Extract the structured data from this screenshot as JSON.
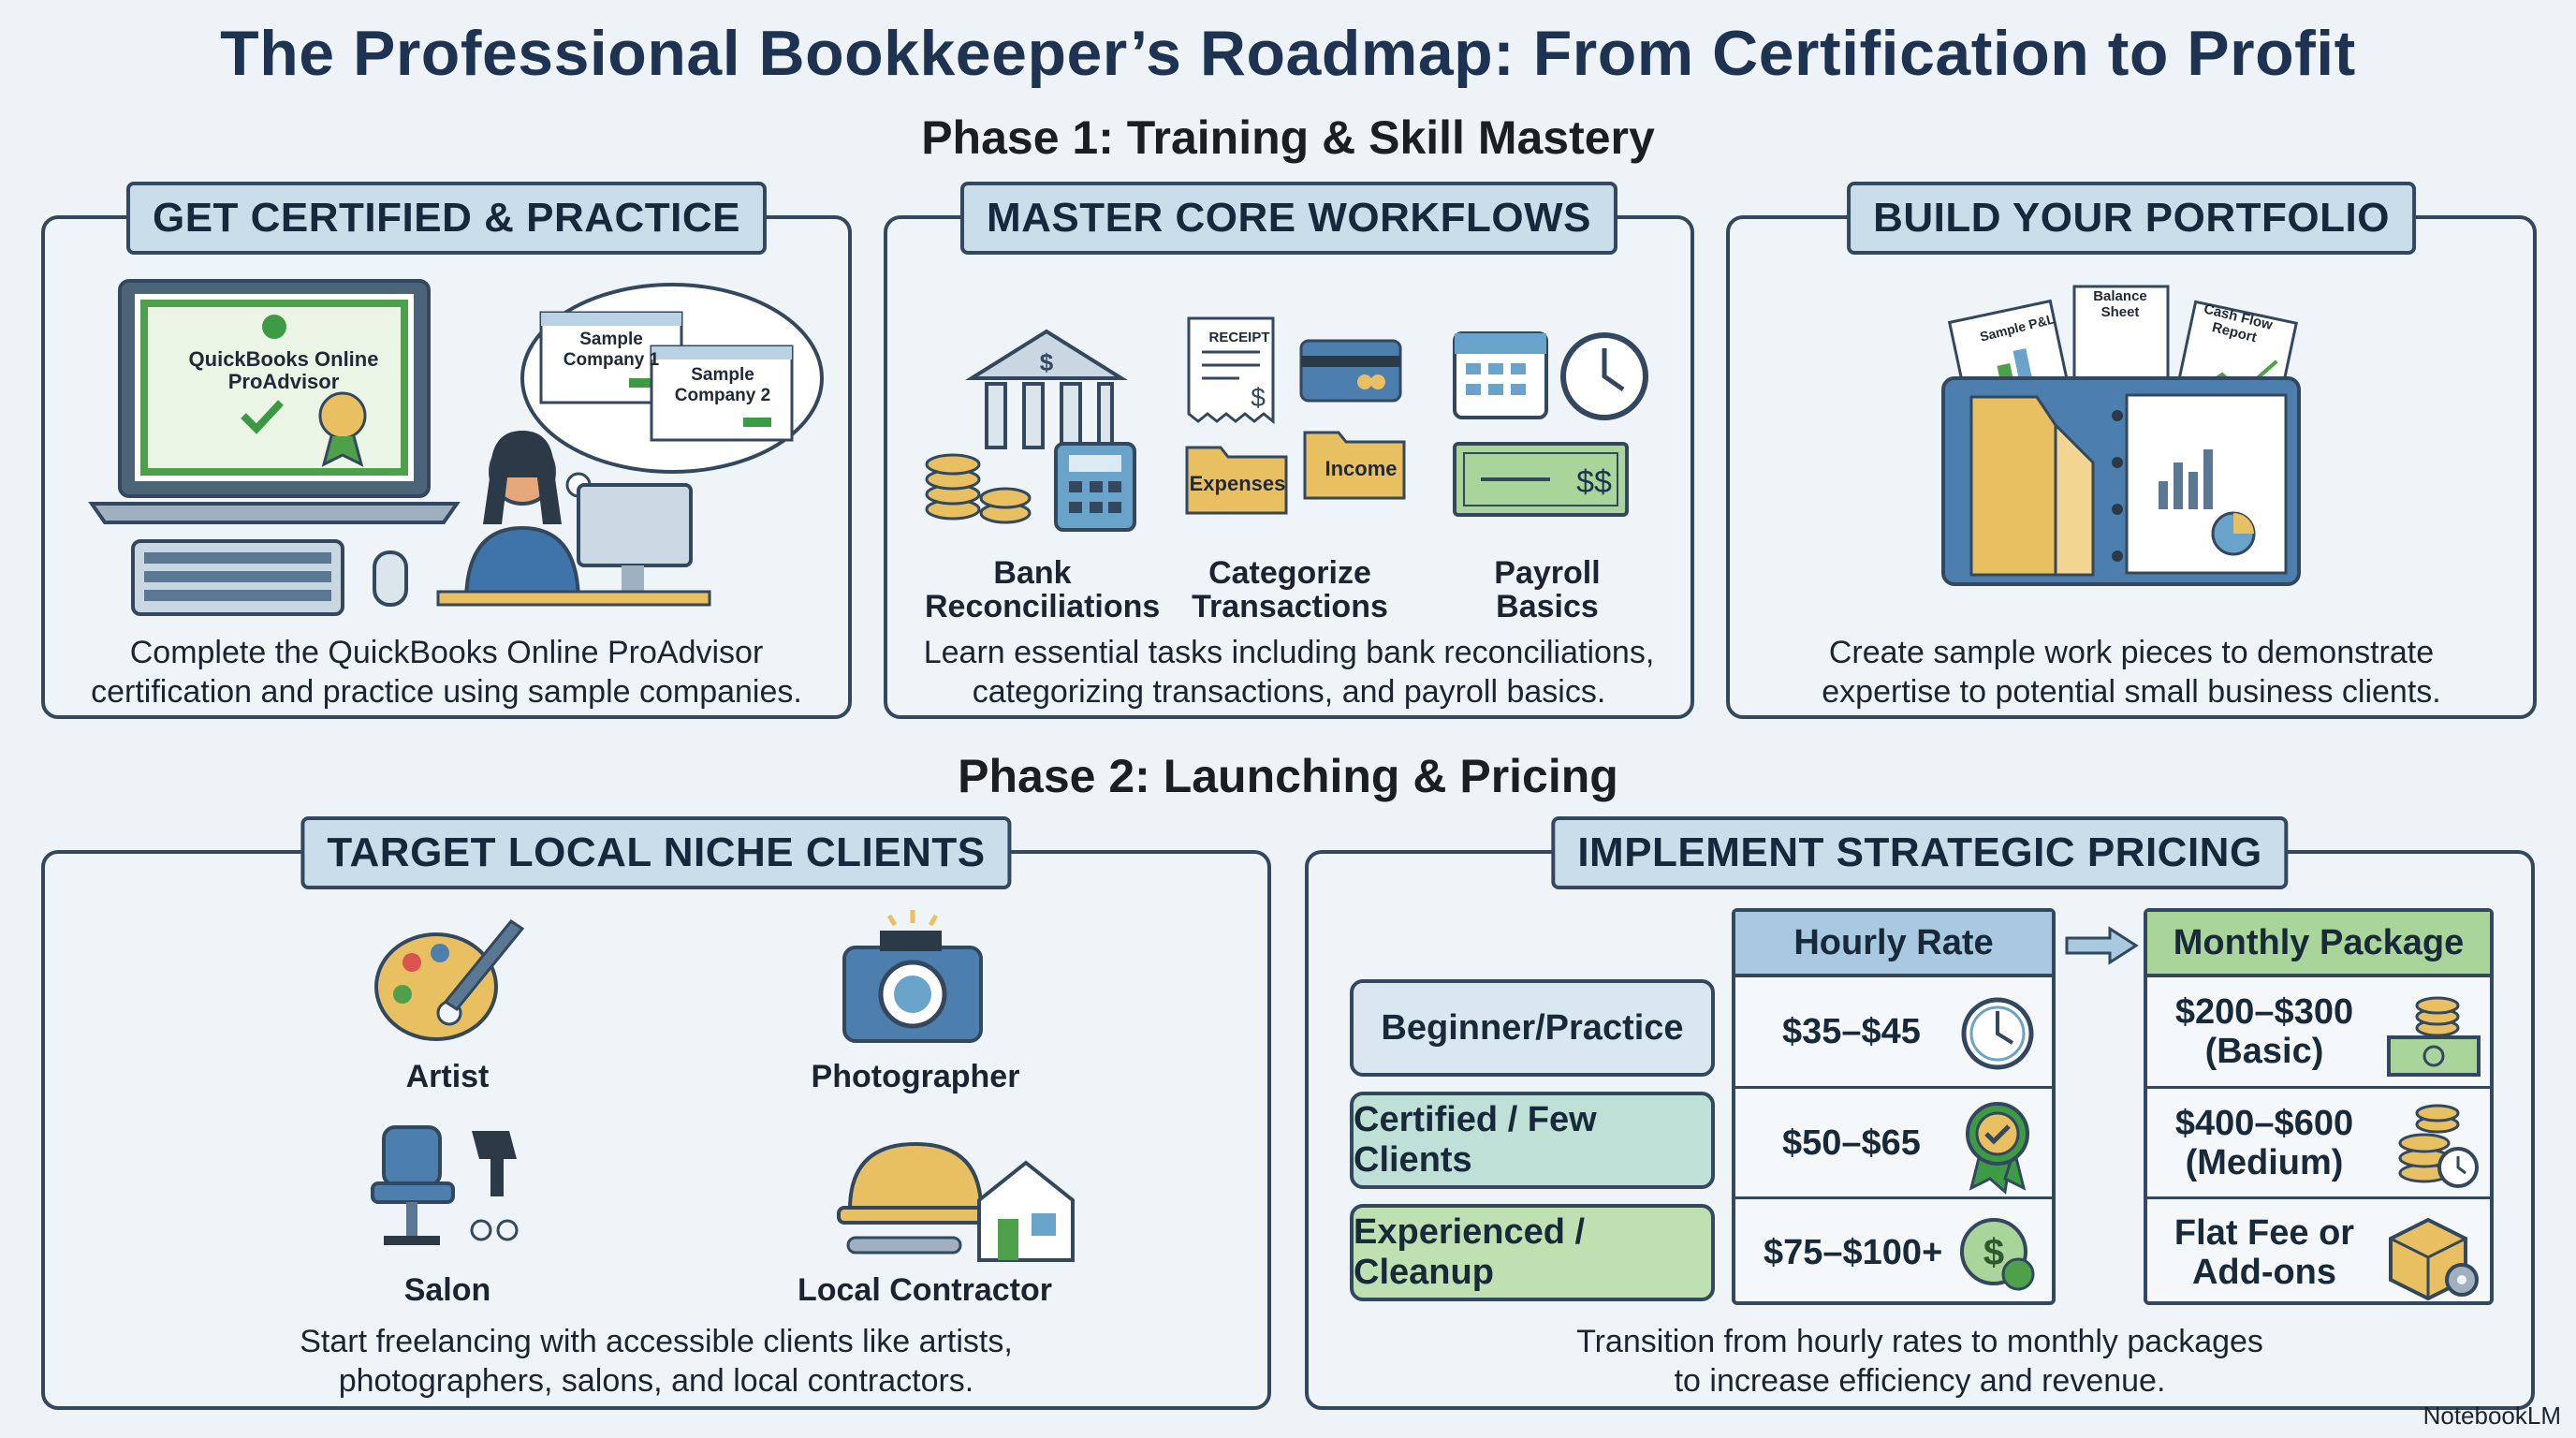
{
  "title": "The Professional Bookkeeper’s Roadmap: From Certification to Profit",
  "phase1": {
    "heading": "Phase 1: Training & Skill Mastery",
    "panels": [
      {
        "header": "GET CERTIFIED & PRACTICE",
        "screen_text": "QuickBooks Online ProAdvisor",
        "sample1": "Sample Company 1",
        "sample2": "Sample Company 2",
        "desc_line1": "Complete the QuickBooks Online ProAdvisor",
        "desc_line2": "certification and practice using sample companies."
      },
      {
        "header": "MASTER CORE WORKFLOWS",
        "receipt": "RECEIPT",
        "folder_expenses": "Expenses",
        "folder_income": "Income",
        "labels": [
          "Bank Reconciliations",
          "Categorize Transactions",
          "Payroll Basics"
        ],
        "check_amount": "$$",
        "desc_line1": "Learn essential tasks including bank reconciliations,",
        "desc_line2": "categorizing transactions, and payroll basics."
      },
      {
        "header": "BUILD YOUR PORTFOLIO",
        "doc1": "Sample P&L",
        "doc2": "Balance Sheet",
        "doc3": "Cash Flow Report",
        "desc_line1": "Create sample work pieces to demonstrate",
        "desc_line2": "expertise to potential small business clients."
      }
    ]
  },
  "phase2": {
    "heading": "Phase 2: Launching & Pricing",
    "clients": {
      "header": "TARGET LOCAL NICHE CLIENTS",
      "items": [
        "Artist",
        "Photographer",
        "Salon",
        "Local Contractor"
      ],
      "desc_line1": "Start freelancing with accessible clients like artists,",
      "desc_line2": "photographers, salons, and local contractors."
    },
    "pricing": {
      "header": "IMPLEMENT STRATEGIC PRICING",
      "tiers": [
        "Beginner/Practice",
        "Certified / Few Clients",
        "Experienced / Cleanup"
      ],
      "hourly_header": "Hourly Rate",
      "hourly": [
        "$35–$45",
        "$50–$65",
        "$75–$100+"
      ],
      "monthly_header": "Monthly Package",
      "monthly": [
        {
          "l1": "$200–$300",
          "l2": "(Basic)"
        },
        {
          "l1": "$400–$600",
          "l2": "(Medium)"
        },
        {
          "l1": "Flat Fee or",
          "l2": "Add-ons"
        }
      ],
      "desc_line1": "Transition from hourly rates to monthly packages",
      "desc_line2": "to increase efficiency and revenue."
    }
  },
  "watermark": "NotebookLM",
  "colors": {
    "navy": "#1e3352",
    "border": "#33485e",
    "header_bg": "#c9deea",
    "gold": "#e8c062",
    "green": "#a9d49a",
    "blue": "#5a8fb5"
  }
}
